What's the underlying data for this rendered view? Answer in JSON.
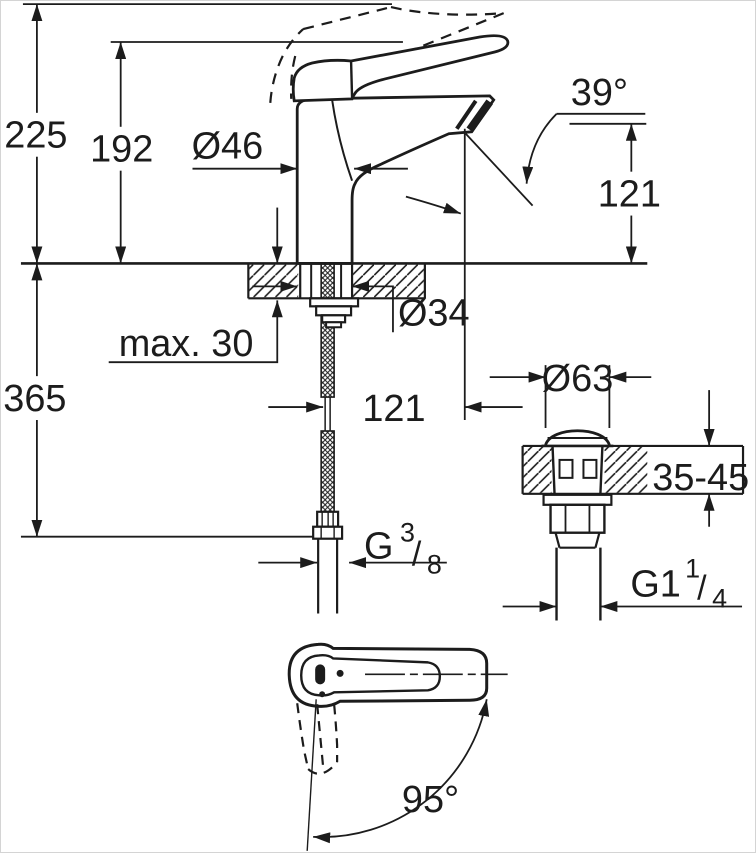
{
  "drawing": {
    "type": "technical-dimension-drawing",
    "subject": "single-lever basin mixer with pop-up waste",
    "views": {
      "main": "side elevation with countertop section and supply hose",
      "waste": "pop-up waste valve cross-section",
      "handle": "handle top view with swivel angle"
    },
    "colors": {
      "line": "#1c1c1c",
      "background": "#ffffff",
      "border": "#d4d4d4"
    }
  },
  "labels": {
    "overall_height": "225",
    "spout_top_height": "192",
    "body_diameter": "Ø46",
    "stream_angle": "39°",
    "outlet_height": "121",
    "hole_diameter": "Ø34",
    "max_counter_thickness": "max. 30",
    "hose_length": "365",
    "spout_reach": "121",
    "waste_flange_diameter": "Ø63",
    "counter_thickness_range": "35-45",
    "supply_thread": {
      "prefix": "G",
      "numerator": "3",
      "slash": "/",
      "denominator": "8"
    },
    "waste_thread": {
      "prefix": "G1",
      "numerator": "1",
      "slash": "/",
      "denominator": "4"
    },
    "handle_swivel_angle": "95°"
  }
}
